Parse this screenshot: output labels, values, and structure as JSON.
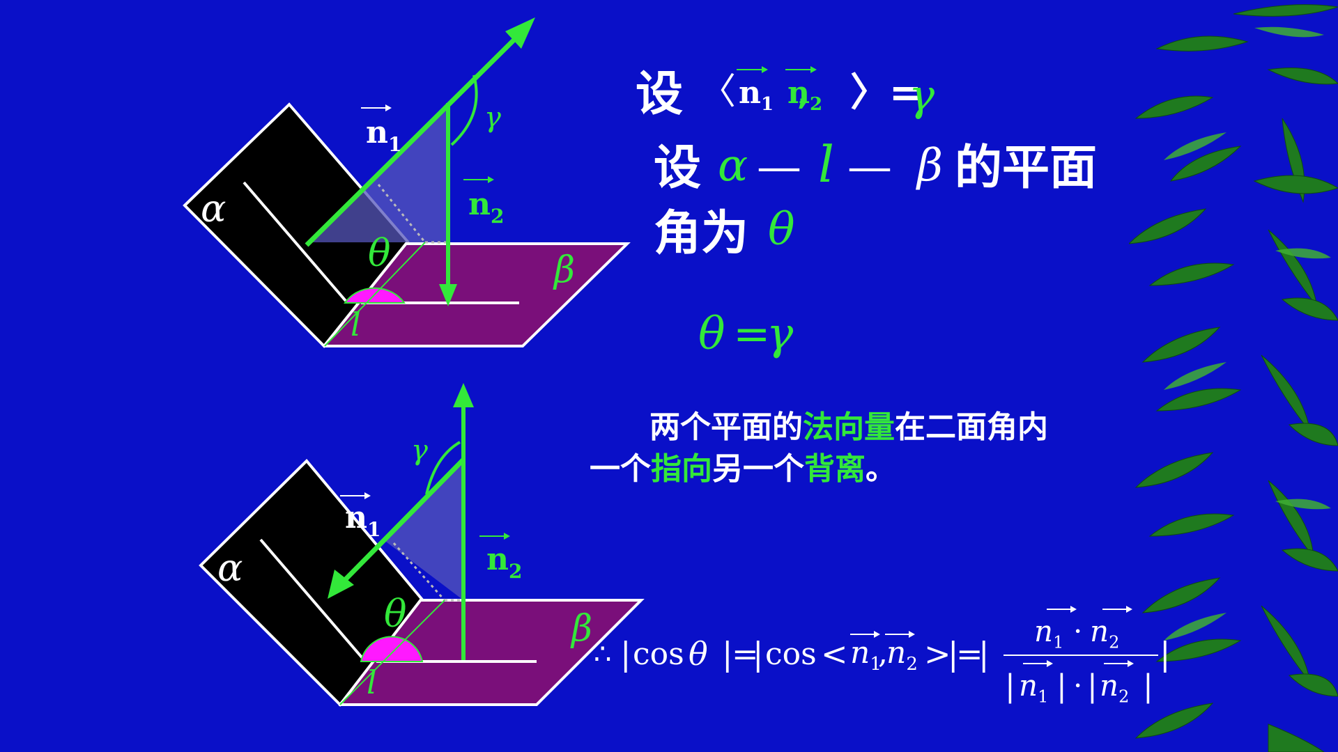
{
  "colors": {
    "background": "#0a10c8",
    "green": "#33e83a",
    "magenta": "#ff19ff",
    "purple": "#7a0f7a",
    "black": "#000000",
    "white": "#ffffff"
  },
  "line1": {
    "she": "设",
    "langle": "〈",
    "n1": "n",
    "n1_sub": "1",
    "n2": "n",
    "n2_sub": "2",
    "comma": ",",
    "rangle_eq": "〉=",
    "gamma": "γ"
  },
  "line2": {
    "she": "设",
    "alpha": "α",
    "dash1": "—",
    "l": "l",
    "dash2": "—",
    "beta": "β",
    "tail": "的平面"
  },
  "line3": {
    "head": "角为",
    "theta": "θ"
  },
  "equation": {
    "theta": "θ",
    "eq": "=",
    "gamma": "γ"
  },
  "statement": {
    "part1": "两个平面的",
    "part2": "法向量",
    "part3": "在二面角内",
    "part4": "一个",
    "part5": "指向",
    "part6": "另一个",
    "part7": "背离",
    "part8": "。"
  },
  "formula": {
    "therefore": "∴",
    "bar": "|",
    "cos": "cos",
    "theta": "θ",
    "lt": "<",
    "gt": ">",
    "eq": "=",
    "n": "n",
    "sub1": "1",
    "sub2": "2",
    "comma": ",",
    "dot": "·"
  },
  "diagram_top": {
    "alpha": "α",
    "beta": "β",
    "theta": "θ",
    "gamma": "γ",
    "l": "l",
    "n1": "n",
    "n1_sub": "1",
    "n2": "n",
    "n2_sub": "2"
  },
  "diagram_bottom": {
    "alpha": "α",
    "beta": "β",
    "theta": "θ",
    "gamma": "γ",
    "l": "l",
    "n1": "n",
    "n1_sub": "1",
    "n2": "n",
    "n2_sub": "2"
  }
}
